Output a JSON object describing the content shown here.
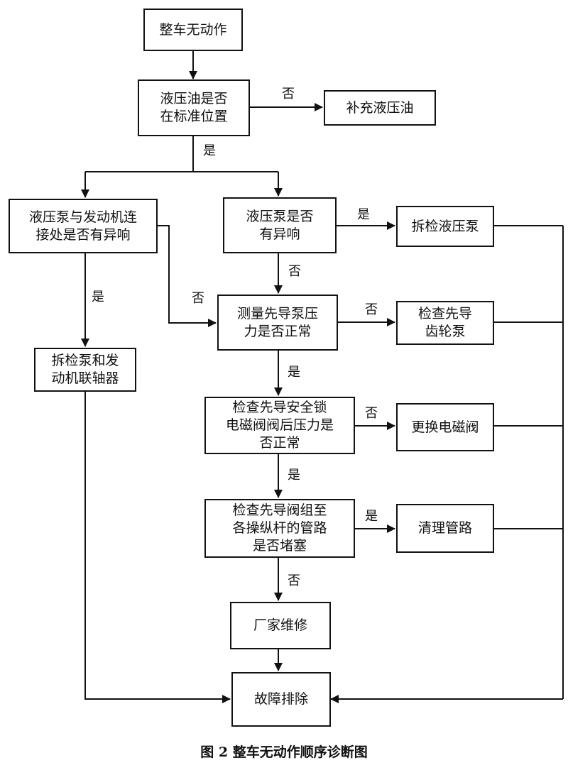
{
  "nodes": {
    "start": [
      "整车无动作"
    ],
    "oil_check": [
      "液压油是否",
      "在标准位置"
    ],
    "add_oil": [
      "补充液压油"
    ],
    "pump_connection": [
      "液压泵与发动机连",
      "接处是否有异响"
    ],
    "pump_noise": [
      "液压泵是否",
      "有异响"
    ],
    "disassemble_pump": [
      "拆检液压泵"
    ],
    "disassemble_coupling": [
      "拆检泵和发",
      "动机联轴器"
    ],
    "pilot_pressure": [
      "测量先导泵压",
      "力是否正常"
    ],
    "check_gear_pump": [
      "检查先导",
      "齿轮泵"
    ],
    "solenoid_pressure": [
      "检查先导安全锁",
      "电磁阀阀后压力是",
      "否正常"
    ],
    "replace_solenoid": [
      "更换电磁阀"
    ],
    "pipeline_blocked": [
      "检查先导阀组至",
      "各操纵杆的管路",
      "是否堵塞"
    ],
    "clean_pipeline": [
      "清理管路"
    ],
    "factory_repair": [
      "厂家维修"
    ],
    "fault_cleared": [
      "故障排除"
    ]
  },
  "edge_labels": {
    "oil_no": "否",
    "oil_yes": "是",
    "pump_noise_yes": "是",
    "pump_noise_no": "否",
    "connection_yes": "是",
    "connection_no": "否",
    "pilot_no": "否",
    "pilot_yes": "是",
    "solenoid_no": "否",
    "solenoid_yes": "是",
    "pipeline_yes": "是",
    "pipeline_no": "否"
  },
  "caption": "图 2  整车无动作顺序诊断图"
}
